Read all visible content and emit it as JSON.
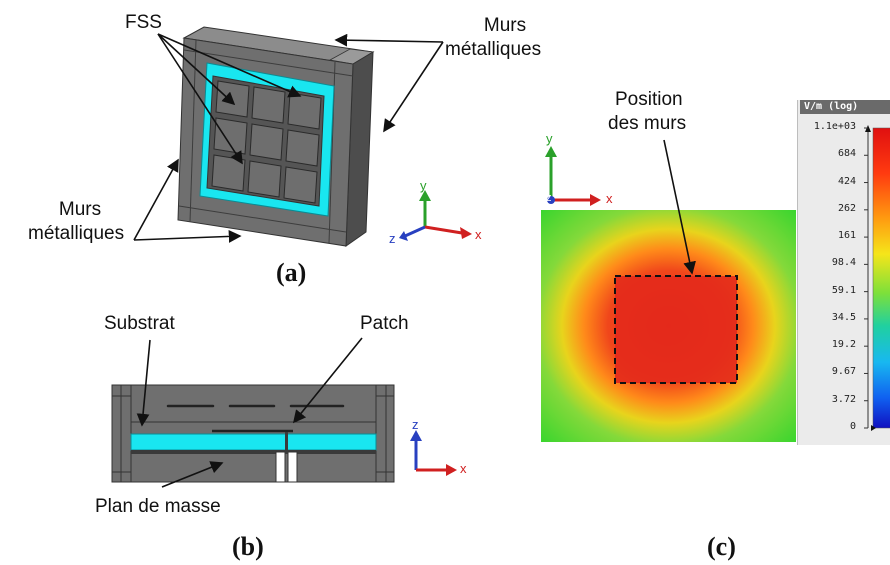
{
  "panel_a": {
    "fss_label": "FSS",
    "walls_top": [
      "Murs",
      "métalliques"
    ],
    "walls_left": [
      "Murs",
      "métalliques"
    ],
    "caption": "(a)"
  },
  "panel_b": {
    "substrat_label": "Substrat",
    "patch_label": "Patch",
    "ground_label": "Plan de masse",
    "caption": "(b)"
  },
  "panel_c": {
    "position_label": [
      "Position",
      "des murs"
    ],
    "caption": "(c)",
    "colorbar": {
      "title": "V/m (log)",
      "ticks": [
        "1.1e+03",
        "684",
        "424",
        "262",
        "161",
        "98.4",
        "59.1",
        "34.5",
        "19.2",
        "9.67",
        "3.72",
        "0"
      ]
    }
  },
  "axes": {
    "x": "x",
    "y": "y",
    "z": "z"
  },
  "colors": {
    "cyan": "#19e6f0",
    "metal": "#707070",
    "field_red": "#e8261a",
    "field_green": "#38d72e"
  }
}
